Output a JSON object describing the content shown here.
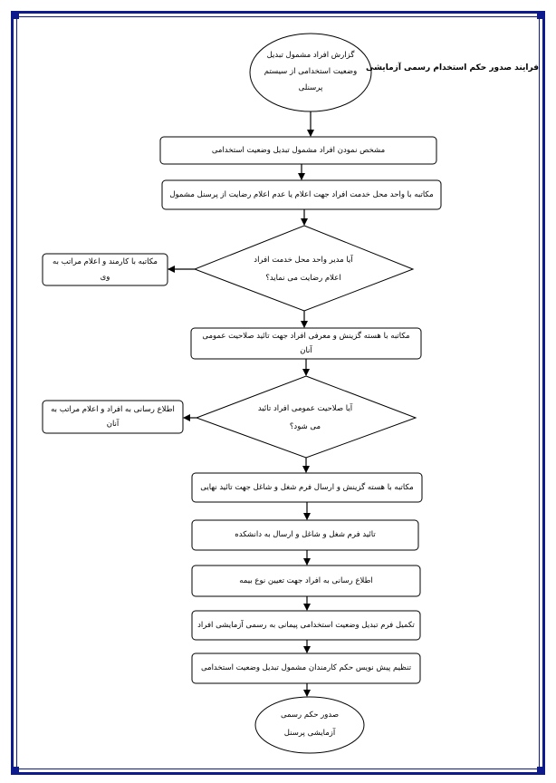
{
  "title": "فرایند صدور حکم استخدام رسمی آزمایشی",
  "nodes": {
    "start": {
      "line1": "گزارش افراد مشمول تبدیل",
      "line2": "وضعیت استخدامی از سیستم",
      "line3": "پرسنلی"
    },
    "step1": "مشخص نمودن افراد مشمول تبدیل وضعیت استخدامی",
    "step2": "مکاتبه با واحد محل خدمت افراد جهت اعلام یا عدم اعلام رضایت از پرسنل مشمول",
    "decision1": {
      "line1": "آیا مدیر واحد محل خدمت افراد",
      "line2": "اعلام رضایت می نماید؟"
    },
    "side1": "مکاتبه با کارمند و اعلام مراتب به وی",
    "step3": "مکاتبه با هسته گزینش و معرفی افراد جهت تائید صلاحیت عمومی آنان",
    "decision2": {
      "line1": "آیا صلاحیت عمومی افراد تائید",
      "line2": "می شود؟"
    },
    "side2": "اطلاع رسانی به افراد و اعلام مراتب به آنان",
    "step4": "مکاتبه با هسته گزینش و ارسال فرم شغل و شاغل جهت تائید نهایی",
    "step5": "تائید فرم شغل و شاغل و ارسال به دانشکده",
    "step6": "اطلاع رسانی به افراد جهت تعیین نوع بیمه",
    "step7": "تکمیل فرم تبدیل وضعیت استخدامی پیمانی به رسمی آزمایشی افراد",
    "step8": "تنظیم پیش نویس حکم کارمندان مشمول تبدیل وضعیت استخدامی",
    "end": {
      "line1": "صدور حکم رسمی",
      "line2": "آزمایشی پرسنل"
    }
  },
  "colors": {
    "frame": "#0d1b8c",
    "stroke": "#000000"
  }
}
